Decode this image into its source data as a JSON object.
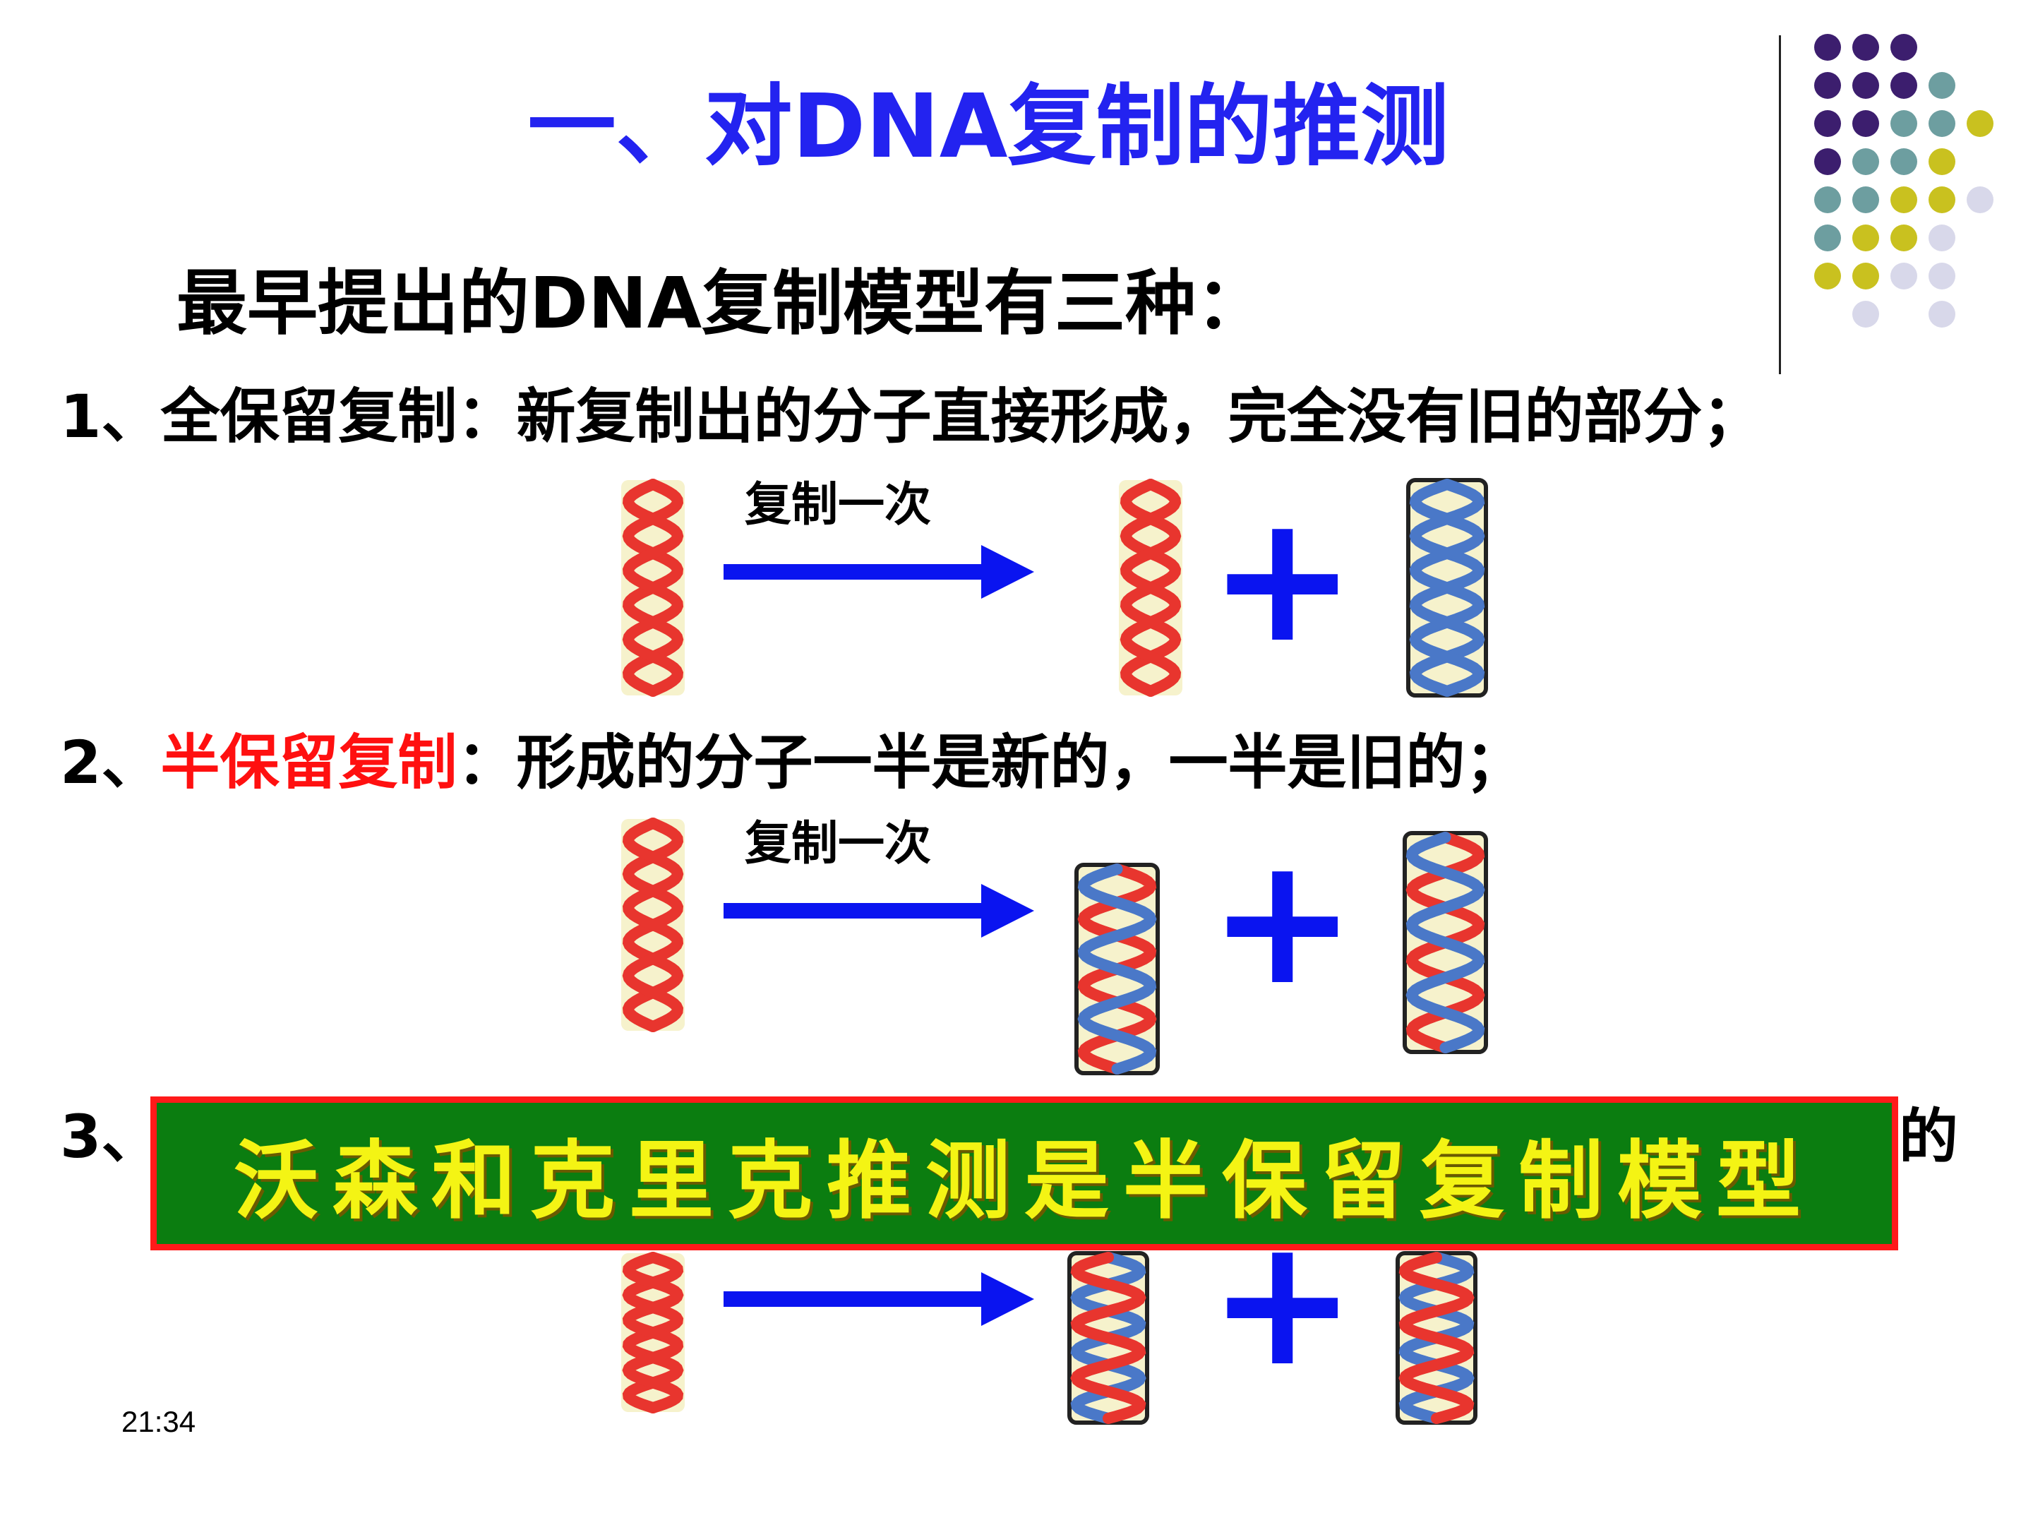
{
  "title": "一、对DNA复制的推测",
  "subtitle": "最早提出的DNA复制模型有三种：",
  "models": [
    {
      "number": "1、",
      "name": "全保留复制",
      "separator": "：",
      "description": "新复制出的分子直接形成，完全没有旧的部分；"
    },
    {
      "number": "2、",
      "name": "半保留复制",
      "separator": "：",
      "description": "形成的分子一半是新的，一半是旧的；"
    },
    {
      "number": "3、",
      "tail": "的"
    }
  ],
  "arrow_label": "复制一次",
  "plus_sign": "+",
  "banner": "沃森和克里克推测是半保留复制模型",
  "timestamp": "21:34",
  "colors": {
    "title": "#2323f0",
    "highlight": "#ff1010",
    "banner_bg": "#0b7d10",
    "banner_border": "#ff1a1a",
    "banner_text": "#f4f414",
    "arrow": "#0a14f0",
    "old_strand": "#e8352e",
    "new_strand": "#4a78c8"
  },
  "decor_dots": [
    [
      "#3c1e6e",
      "#3c1e6e",
      "#3c1e6e"
    ],
    [
      "#3c1e6e",
      "#3c1e6e",
      "#3c1e6e",
      "#6d9ea0"
    ],
    [
      "#3c1e6e",
      "#3c1e6e",
      "#6d9ea0",
      "#6d9ea0",
      "#c9c11f"
    ],
    [
      "#3c1e6e",
      "#6d9ea0",
      "#6d9ea0",
      "#c9c11f"
    ],
    [
      "#6d9ea0",
      "#6d9ea0",
      "#c9c11f",
      "#c9c11f",
      "#d8d8ea"
    ],
    [
      "#6d9ea0",
      "#c9c11f",
      "#c9c11f",
      "#d8d8ea"
    ],
    [
      "#c9c11f",
      "#c9c11f",
      "#d8d8ea",
      "#d8d8ea"
    ],
    [
      "",
      "#d8d8ea",
      "",
      "#d8d8ea"
    ]
  ]
}
